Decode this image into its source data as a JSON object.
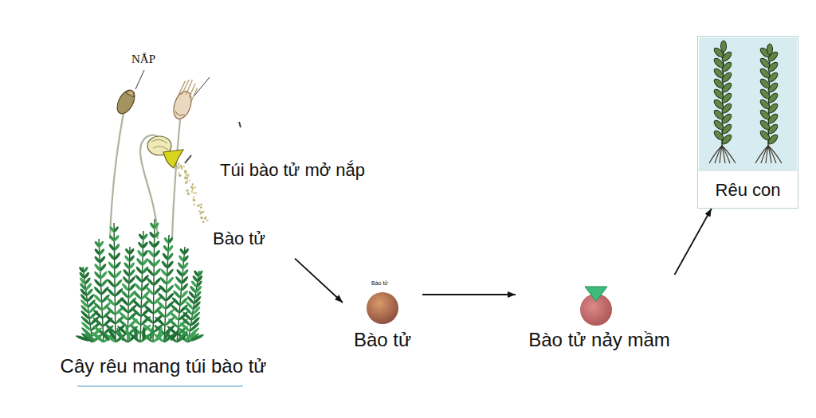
{
  "diagram": {
    "nodes": [
      {
        "text": [
          "Cây rêu mang túi bào tử"
        ]
      },
      {
        "text": [
          "Bào tử"
        ]
      },
      {
        "text": [
          "Bào tử nảy mầm"
        ]
      },
      {
        "text": [
          "Rêu con"
        ]
      }
    ],
    "edges": [
      {
        "from": 0,
        "to": 1,
        "arrow": "to",
        "label": "Bào tử"
      },
      {
        "from": 1,
        "to": 2,
        "arrow": "to"
      },
      {
        "from": 2,
        "to": 3,
        "arrow": "to"
      }
    ],
    "labels": [
      "NẮP",
      "Túi bào tử mở nắp",
      "Bào tử"
    ]
  }
}
